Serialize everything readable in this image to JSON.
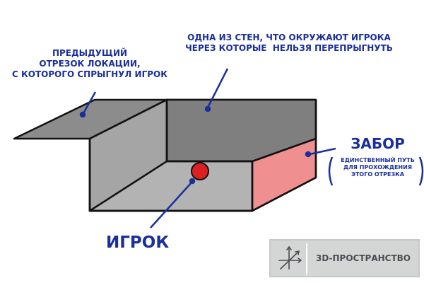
{
  "labels": {
    "previous_segment": [
      "Предыдущий",
      "отрезок локации,",
      "с которого спрыгнул игрок"
    ],
    "wall": [
      "Одна из стен, что окружают игрока",
      "через которые  нельзя перепрыгнуть"
    ],
    "fence_title": "Забор",
    "fence_description": [
      "единственный путь",
      "для прохождения",
      "этого отрезка"
    ],
    "player": "Игрок"
  },
  "badge": {
    "label": "3D-ПРОСТРАНСТВО",
    "icon": "3d-axes-icon"
  },
  "colors": {
    "annotation": "#1a2f9c",
    "box_top": "#7f7f7f",
    "box_front": "#bdbdbd",
    "fence": "#ef8f8f",
    "player": "#dd1f1f",
    "outline": "#111111",
    "badge_bg": "#d4d6d6"
  }
}
